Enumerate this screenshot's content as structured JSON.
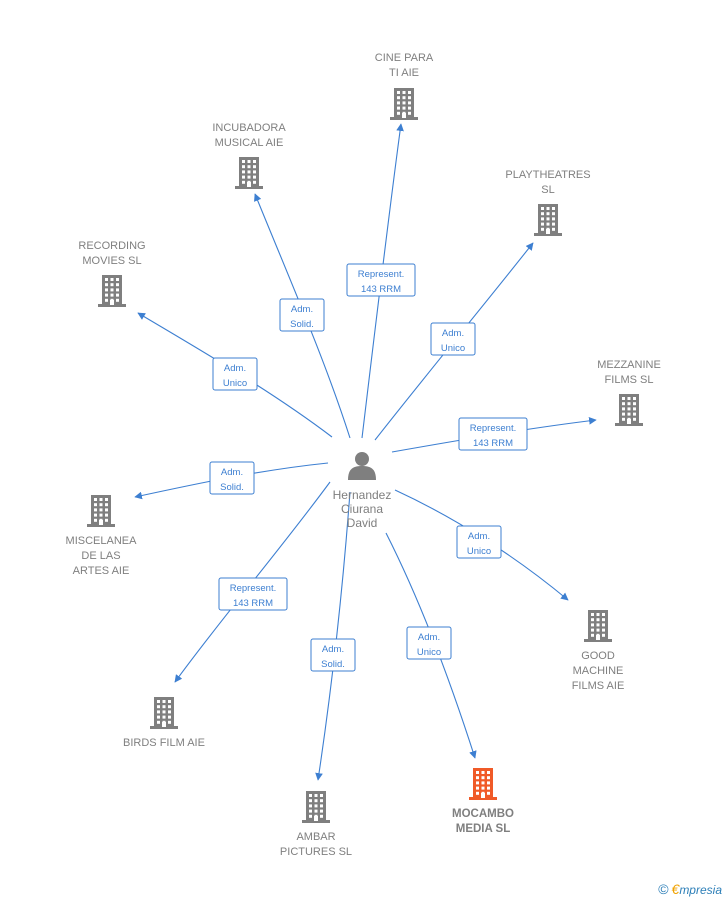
{
  "center": {
    "name_lines": [
      "Hernandez",
      "Ciurana",
      "David"
    ]
  },
  "colors": {
    "edge": "#3d7fd1",
    "node": "#7f7f7f",
    "highlight": "#f05a28"
  },
  "nodes": [
    {
      "id": "cine",
      "lines": [
        "CINE PARA",
        "TI  AIE"
      ],
      "highlight": false
    },
    {
      "id": "incubadora",
      "lines": [
        "INCUBADORA",
        "MUSICAL  AIE"
      ],
      "highlight": false
    },
    {
      "id": "playtheatres",
      "lines": [
        "PLAYTHEATRES",
        "SL"
      ],
      "highlight": false
    },
    {
      "id": "recording",
      "lines": [
        "RECORDING",
        "MOVIES  SL"
      ],
      "highlight": false
    },
    {
      "id": "mezzanine",
      "lines": [
        "MEZZANINE",
        "FILMS  SL"
      ],
      "highlight": false
    },
    {
      "id": "miscelanea",
      "lines": [
        "MISCELANEA",
        "DE LAS",
        "ARTES  AIE"
      ],
      "highlight": false
    },
    {
      "id": "good",
      "lines": [
        "GOOD",
        "MACHINE",
        "FILMS  AIE"
      ],
      "highlight": false
    },
    {
      "id": "birds",
      "lines": [
        "BIRDS FILM  AIE"
      ],
      "highlight": false
    },
    {
      "id": "ambar",
      "lines": [
        "AMBAR",
        "PICTURES  SL"
      ],
      "highlight": false
    },
    {
      "id": "mocambo",
      "lines": [
        "MOCAMBO",
        "MEDIA  SL"
      ],
      "highlight": true
    }
  ],
  "edges": [
    {
      "target": "cine",
      "label": [
        "Represent.",
        "143 RRM"
      ]
    },
    {
      "target": "incubadora",
      "label": [
        "Adm.",
        "Solid."
      ]
    },
    {
      "target": "playtheatres",
      "label": [
        "Adm.",
        "Unico"
      ]
    },
    {
      "target": "recording",
      "label": [
        "Adm.",
        "Unico"
      ]
    },
    {
      "target": "mezzanine",
      "label": [
        "Represent.",
        "143 RRM"
      ]
    },
    {
      "target": "miscelanea",
      "label": [
        "Adm.",
        "Solid."
      ]
    },
    {
      "target": "good",
      "label": [
        "Adm.",
        "Unico"
      ]
    },
    {
      "target": "birds",
      "label": [
        "Represent.",
        "143 RRM"
      ]
    },
    {
      "target": "ambar",
      "label": [
        "Adm.",
        "Solid."
      ]
    },
    {
      "target": "mocambo",
      "label": [
        "Adm.",
        "Unico"
      ]
    }
  ],
  "watermark": {
    "symbol": "©",
    "brand_first": "€",
    "brand_rest": "mpresia"
  }
}
